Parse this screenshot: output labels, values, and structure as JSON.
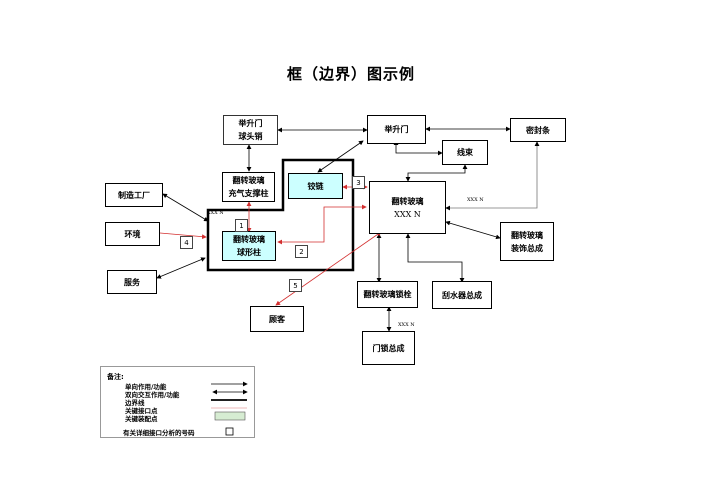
{
  "title": "框（边界）图示例",
  "boxes": {
    "lift_gate_ball_pin": [
      "举升门",
      "球头销"
    ],
    "lift_gate": "举升门",
    "seal_strip": "密封条",
    "wire_harness": "线束",
    "factory": "制造工厂",
    "flip_glass_gas_strut": [
      "翻转玻璃",
      "充气支撑柱"
    ],
    "hinge": "铰链",
    "flip_glass_assembly": [
      "翻转玻璃",
      "XXX N"
    ],
    "environment": "环境",
    "flip_glass_ball_stud": [
      "翻转玻璃",
      "球形柱"
    ],
    "flip_glass_trim": [
      "翻转玻璃",
      "装饰总成"
    ],
    "service": "服务",
    "flip_glass_latch": "翻转玻璃锁栓",
    "wiper_assembly": "刮水器总成",
    "customer": "顾客",
    "door_lock_assembly": "门锁总成"
  },
  "interface_numbers": [
    "1",
    "2",
    "3",
    "4",
    "5"
  ],
  "annotations": {
    "boundary_label": "XXX N",
    "seal_label": "XXX N",
    "latch_label": "XXX N"
  },
  "legend": {
    "title": "备注:",
    "items": [
      "单向作用/功能",
      "双向交互作用/功能",
      "边界线",
      "关键接口点",
      "关键装配点",
      "有关详细接口分析的号码"
    ]
  },
  "colors": {
    "critical_component_fill": "#ccffff",
    "interface_arrow": "#d32f2f",
    "assembly_point_fill": "#d6ecd2"
  }
}
